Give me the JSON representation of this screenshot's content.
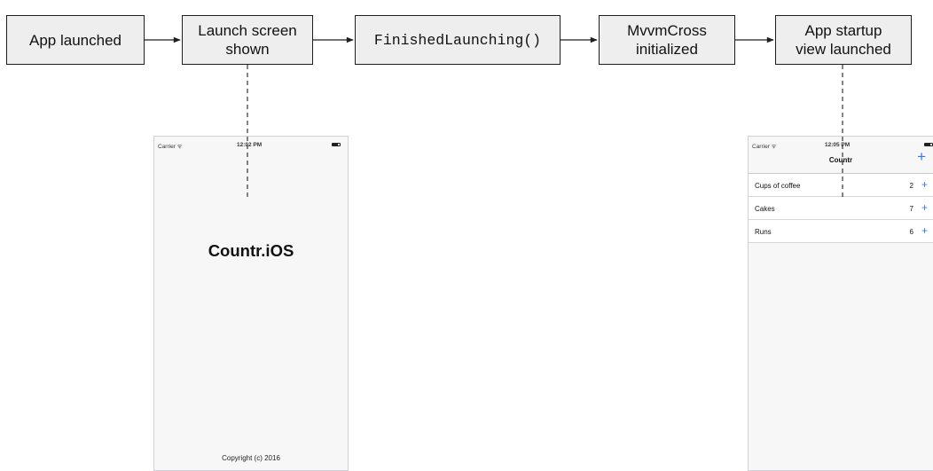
{
  "flow": {
    "steps": [
      {
        "id": "app-launched",
        "label": "App launched"
      },
      {
        "id": "launch-screen",
        "label": "Launch screen\nshown"
      },
      {
        "id": "finished-launching",
        "label": "FinishedLaunching()"
      },
      {
        "id": "mvvmcross",
        "label": "MvvmCross\ninitialized"
      },
      {
        "id": "startup-view",
        "label": "App startup\nview launched"
      }
    ]
  },
  "launch_screen": {
    "carrier": "Carrier ᯤ",
    "time": "12:02 PM",
    "title": "Countr.iOS",
    "copyright": "Copyright (c) 2016"
  },
  "startup_view": {
    "carrier": "Carrier ᯤ",
    "time": "12:05 PM",
    "nav_title": "Countr",
    "add_symbol": "+",
    "rows": [
      {
        "label": "Cups of coffee",
        "count": "2",
        "add": "+"
      },
      {
        "label": "Cakes",
        "count": "7",
        "add": "+"
      },
      {
        "label": "Runs",
        "count": "6",
        "add": "+"
      }
    ]
  },
  "colors": {
    "box_fill": "#eeeeee",
    "box_border": "#1f1f1f",
    "ios_blue": "#2f7bf5"
  }
}
